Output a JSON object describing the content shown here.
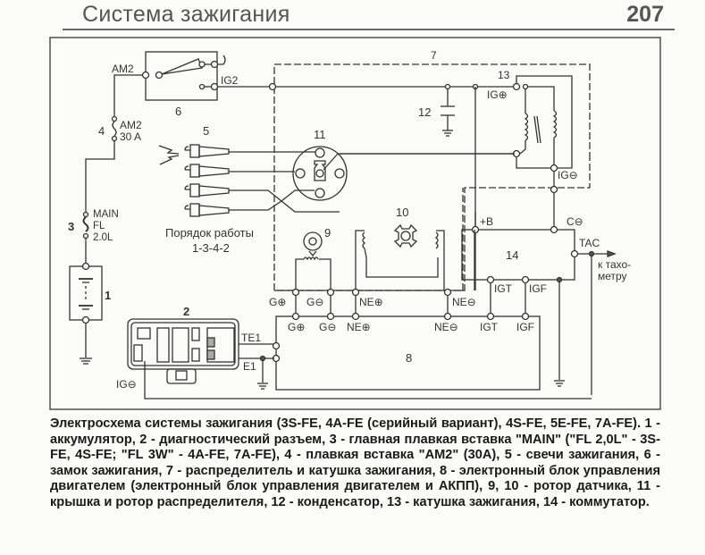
{
  "header": {
    "title": "Система зажигания",
    "page_number": "207"
  },
  "diagram": {
    "components": {
      "battery": "1",
      "diag_connector": "2",
      "main_fuse": "3",
      "am2_fuse": "4",
      "spark_plugs": "5",
      "ignition_switch": "6",
      "distributor_coil_assembly": "7",
      "ecu": "8",
      "sensor_rotor_g": "9",
      "sensor_rotor_ne": "10",
      "distributor_cap": "11",
      "condenser": "12",
      "ignition_coil": "13",
      "igniter": "14"
    },
    "labels": {
      "am2": "AM2",
      "ig2": "IG2",
      "fuse_am2_name": "AM2",
      "fuse_am2_rating": "30 A",
      "fuse_main_name": "MAIN",
      "fuse_main_type": "FL",
      "fuse_main_size": "2.0L",
      "firing_order_title": "Порядок работы",
      "firing_order_value": "1-3-4-2",
      "ig_plus": "IG⊕",
      "ig_minus": "IG⊖",
      "plus_b": "+B",
      "c_minus": "C⊖",
      "tac": "TAC",
      "tacho_line1": "к тахо-",
      "tacho_line2": "метру",
      "igt": "IGT",
      "igf": "IGF",
      "ne_minus": "NE⊖",
      "ne_plus": "NE⊕",
      "g_plus": "G⊕",
      "g_minus": "G⊖",
      "te1": "TE1",
      "e1": "E1",
      "ecu_g_plus": "G⊕",
      "ecu_g_minus": "G⊖",
      "ecu_ne_plus": "NE⊕",
      "ecu_ne_minus": "NE⊖",
      "ecu_igt": "IGT",
      "ecu_igf": "IGF",
      "diag_ig_minus": "IG⊖"
    }
  },
  "caption": {
    "text": "Электросхема системы зажигания (3S-FE, 4A-FE (серийный вариант), 4S-FE, 5E-FE, 7A-FE). 1 - аккумулятор, 2 - диагностический разъем, 3 - главная плавкая вставка \"MAIN\" (\"FL 2,0L\" - 3S-FE, 4S-FE; \"FL 3W\" - 4A-FE, 7A-FE), 4 - плавкая вставка \"AM2\" (30A), 5 - свечи зажигания, 6 - замок зажигания, 7 - распределитель и катушка зажигания, 8 - электронный блок управления двигателем (электронный блок управления двигателем и АКПП), 9, 10 - ротор датчика, 11 - крышка и ротор распределителя, 12 - конденсатор, 13 - катушка зажигания, 14 - коммутатор."
  }
}
